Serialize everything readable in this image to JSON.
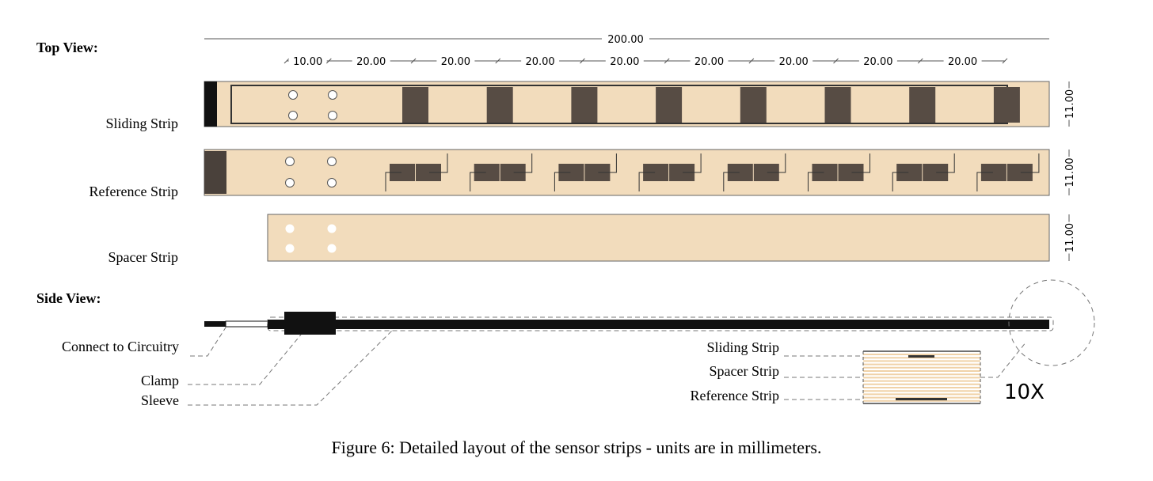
{
  "labels": {
    "top_view": "Top View:",
    "side_view": "Side View:",
    "sliding_strip": "Sliding Strip",
    "reference_strip": "Reference Strip",
    "spacer_strip": "Spacer Strip",
    "connect": "Connect to Circuitry",
    "clamp": "Clamp",
    "sleeve": "Sleeve",
    "detail_sliding": "Sliding Strip",
    "detail_spacer": "Spacer Strip",
    "detail_reference": "Reference Strip",
    "magnification": "10X"
  },
  "dimensions": {
    "total": "200.00",
    "segments": [
      "10.00",
      "20.00",
      "20.00",
      "20.00",
      "20.00",
      "20.00",
      "20.00",
      "20.00",
      "20.00"
    ],
    "strip_width": "11.00"
  },
  "caption": "Figure 6: Detailed layout of the sensor strips - units are in millimeters.",
  "colors": {
    "strip": "#f2dcbc",
    "pad": "#574c44",
    "outline": "#555555"
  }
}
